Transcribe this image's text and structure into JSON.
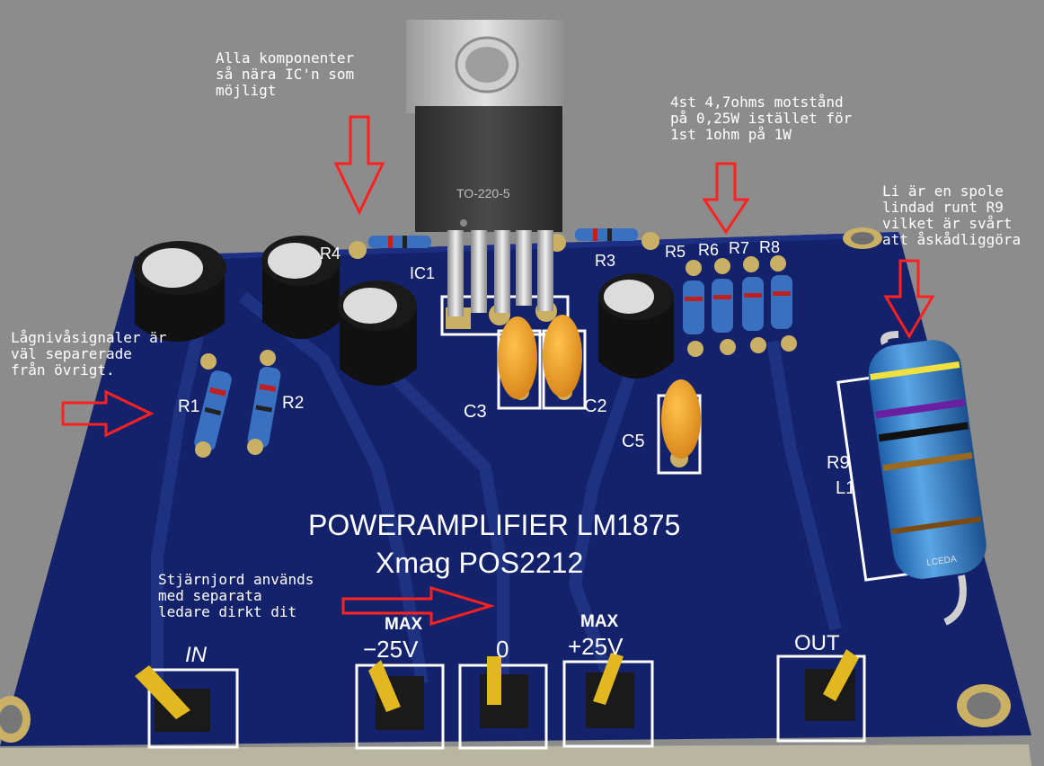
{
  "board": {
    "title_line1": "POWERAMPLIFIER LM1875",
    "title_line2": "Xmag POS2212",
    "labels": {
      "r1": "R1",
      "r2": "R2",
      "r3": "R3",
      "r4": "R4",
      "r5": "R5",
      "r6": "R6",
      "r7": "R7",
      "r8": "R8",
      "r9": "R9",
      "l1": "L1",
      "c2": "C2",
      "c3": "C3",
      "c5": "C5",
      "ic1": "IC1",
      "package": "TO-220-5"
    },
    "connectors": {
      "in": "IN",
      "max_neg": "MAX",
      "neg25": "−25V",
      "zero": "0",
      "max_pos": "MAX",
      "pos25": "+25V",
      "out": "OUT"
    },
    "inductor_marking": "LCEDA",
    "colors": {
      "pcb": "#14226c",
      "silkscreen": "#ffffff",
      "pad": "#c9b064",
      "annotation_arrow": "#ff2020"
    }
  },
  "annotations": {
    "ic_note": "Alla komponenter\nså nära IC'n som\nmöjligt",
    "resistor_note": "4st 4,7ohms motstånd\npå 0,25W istället för\n1st 1ohm på 1W",
    "coil_note": "Li är en spole\nlindad runt R9\nvilket är svårt\natt åskådliggöra",
    "signal_note": "Lågnivåsignaler är\nväl separerade\nfrån övrigt.",
    "ground_note": "Stjärnjord används\nmed separata\nledare dirkt dit"
  }
}
